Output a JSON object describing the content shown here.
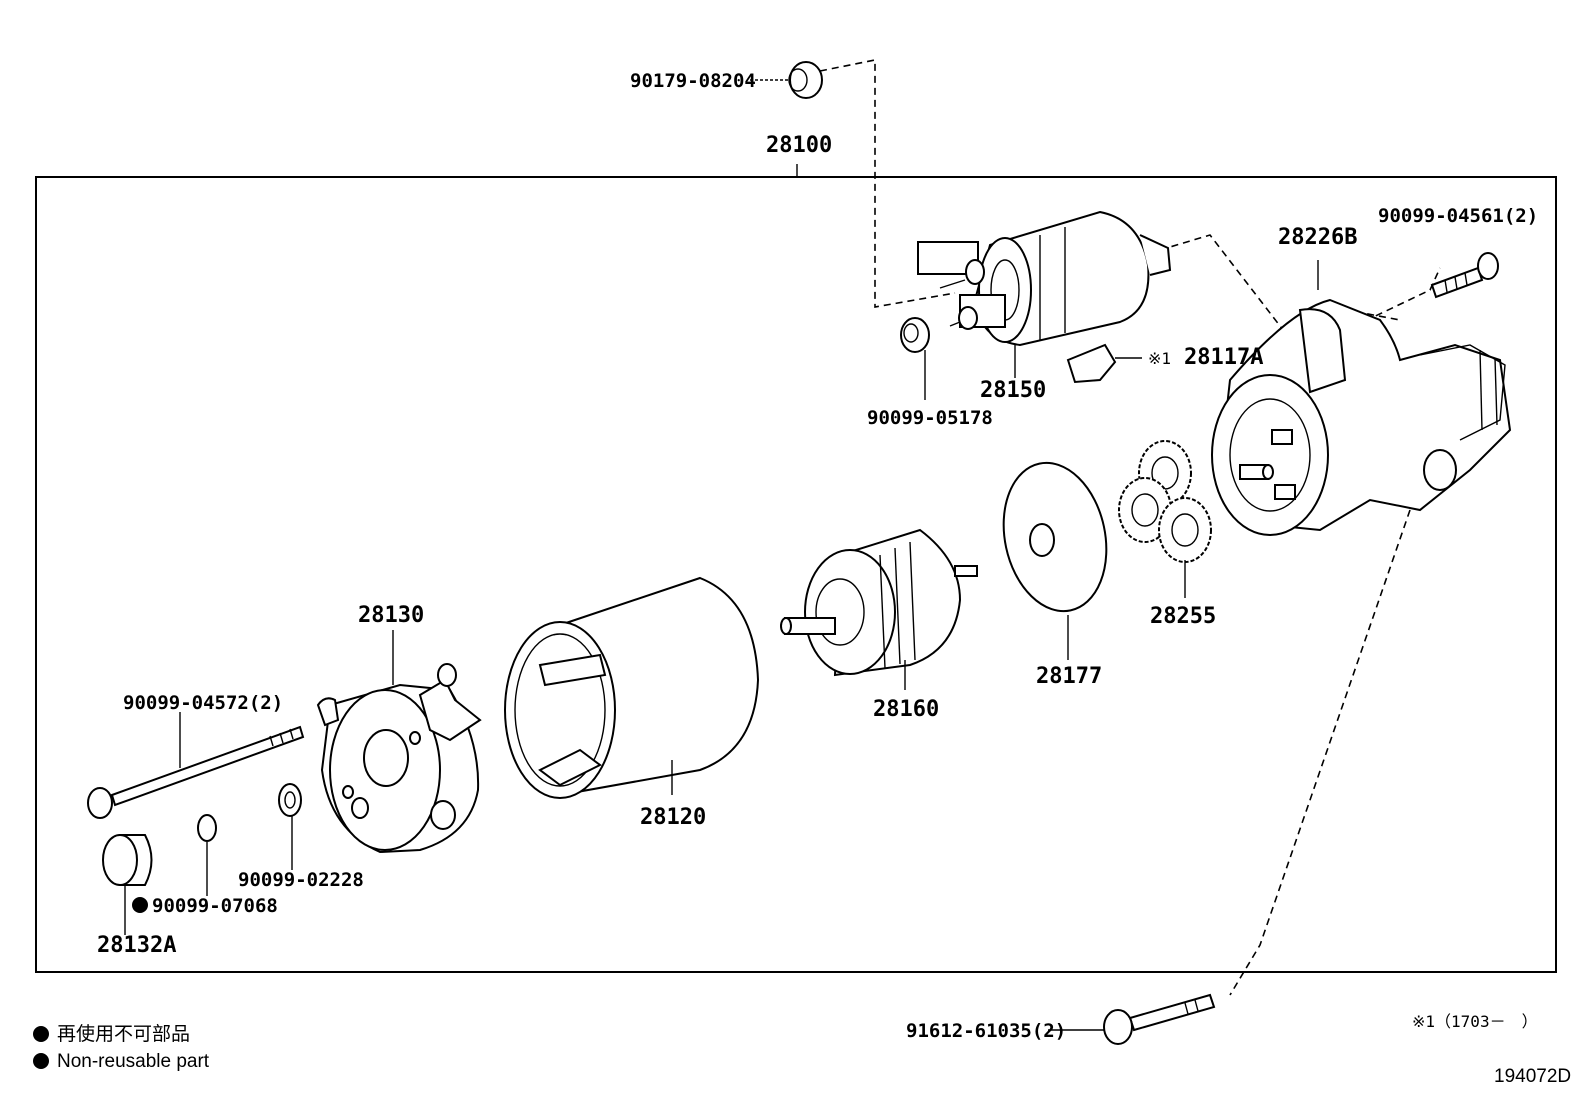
{
  "labels": {
    "p90179_08204": "90179-08204",
    "p28100": "28100",
    "p90099_04561": "90099-04561(2)",
    "p28226B": "28226B",
    "p28117A": "28117A",
    "p28117A_mark": "※1",
    "p28150": "28150",
    "p90099_05178": "90099-05178",
    "p28255": "28255",
    "p28177": "28177",
    "p28160": "28160",
    "p28130": "28130",
    "p90099_04572": "90099-04572(2)",
    "p28120": "28120",
    "p90099_02228": "90099-02228",
    "p90099_07068": "90099-07068",
    "p28132A": "28132A",
    "p91612_61035": "91612-61035(2)"
  },
  "legend": {
    "line1": "再使用不可部品",
    "line2": "Non-reusable part"
  },
  "footnote": "※1（1703－　）",
  "diagram_id": "194072D"
}
